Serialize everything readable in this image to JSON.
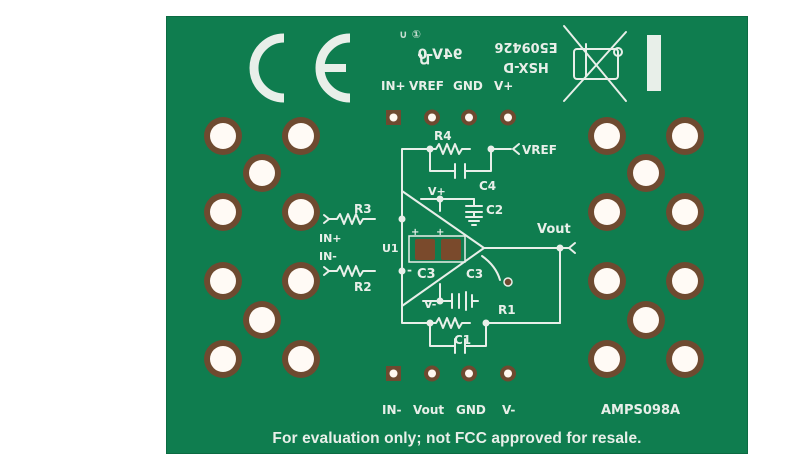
{
  "board": {
    "background_color": "#0f7d4f",
    "silkscreen_color": "#e8efe9",
    "pad_copper_color": "#7a4a2c",
    "part_number": "AMPS098A",
    "disclaimer": "For evaluation only; not FCC approved for resale.",
    "top_marks": {
      "certification": "CE",
      "rating_mirrored": "94V-0",
      "cert_code_mirrored": "E509426",
      "cert_code2_mirrored": "HSX-D",
      "recycling_icon": "crossed-out-wheelie-bin-icon"
    },
    "top_header": {
      "pins": [
        "IN+",
        "VREF",
        "GND",
        "V+"
      ]
    },
    "bottom_header": {
      "pins": [
        "IN-",
        "Vout",
        "GND",
        "V-"
      ]
    },
    "schematic": {
      "labels": {
        "r1": "R1",
        "r2": "R2",
        "r3": "R3",
        "r4": "R4",
        "c1": "C1",
        "c2": "C2",
        "c3": "C3",
        "c3_pad": "C3",
        "c4": "C4",
        "u1": "U1",
        "in_plus": "IN+",
        "in_minus": "IN-",
        "vref": "VREF",
        "vout": "Vout",
        "vplus": "V+",
        "vminus": "V-",
        "plus_sign": "+",
        "minus_sign": "-"
      }
    }
  }
}
